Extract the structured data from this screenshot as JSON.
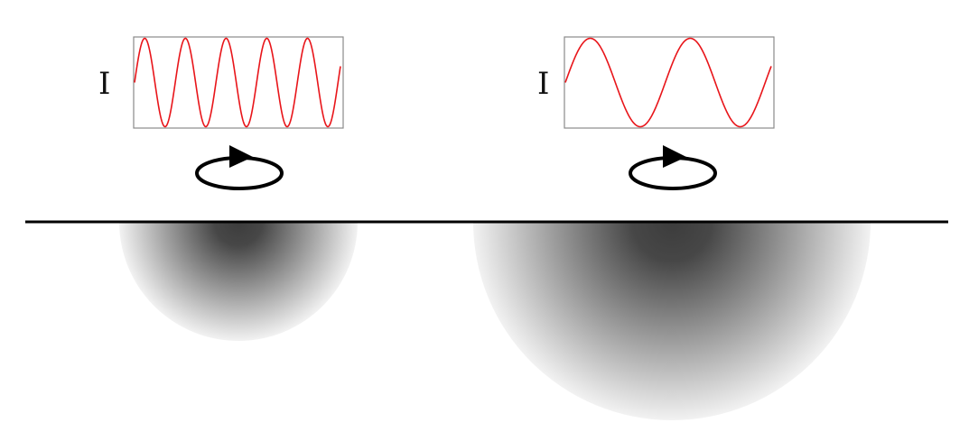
{
  "colors": {
    "waveform": "#e8151a",
    "field_dark": "#3c3c3c",
    "field_light": "#f2f2f2",
    "surface": "#000000",
    "loop": "#000000"
  },
  "coils": [
    {
      "current_label": "I",
      "waveform_cycles": 5.06,
      "field_relative_depth": 0.6
    },
    {
      "current_label": "I",
      "waveform_cycles": 2.06,
      "field_relative_depth": 1.0
    }
  ]
}
